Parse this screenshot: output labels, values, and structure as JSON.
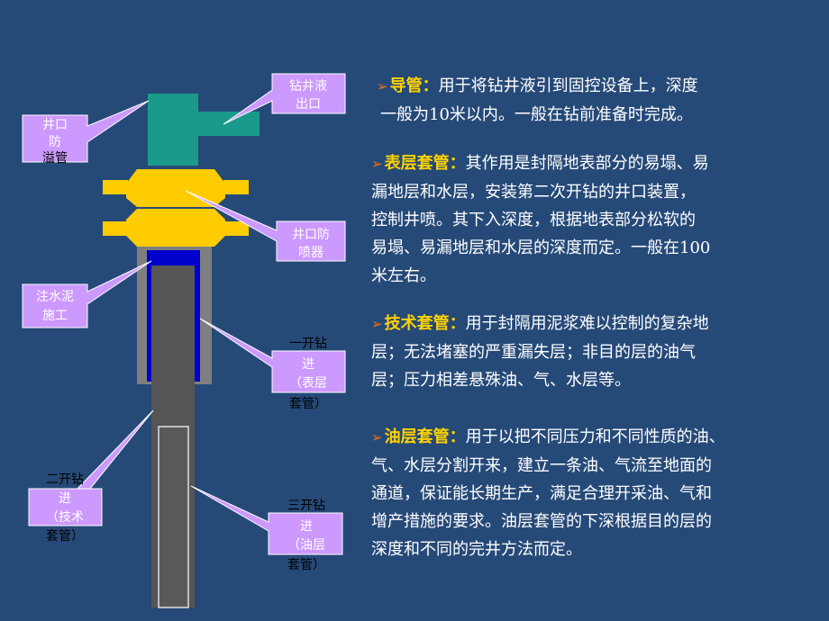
{
  "callouts": {
    "wellhead_overflow": [
      "井口",
      "防",
      "溢管"
    ],
    "fluid_outlet": [
      "钻井液",
      "出口"
    ],
    "bop": [
      "井口防",
      "喷器"
    ],
    "cementing": [
      "注水泥",
      "施工"
    ],
    "first_spud": [
      "一开钻",
      "进",
      "（表层",
      "套管）"
    ],
    "second_spud": [
      "二开钻",
      "进",
      "（技术",
      "套管）"
    ],
    "third_spud": [
      "三开钻",
      "进",
      "（油层",
      "套管）"
    ]
  },
  "paragraphs": [
    {
      "term": "导管：",
      "lines": [
        "用于将钻井液引到固控设备上，深度",
        "一般为10米以内。一般在钻前准备时完成。"
      ]
    },
    {
      "term": "表层套管：",
      "lines": [
        "其作用是封隔地表部分的易塌、易",
        "漏地层和水层，安装第二次开钻的井口装置，",
        "控制井喷。其下入深度，根据地表部分松软的",
        "易塌、易漏地层和水层的深度而定。一般在100",
        "米左右。"
      ]
    },
    {
      "term": "技术套管：",
      "lines": [
        "用于封隔用泥浆难以控制的复杂地",
        "层；无法堵塞的严重漏失层；非目的层的油气",
        "层；压力相差悬殊油、气、水层等。"
      ]
    },
    {
      "term": "油层套管：",
      "lines": [
        "用于以把不同压力和不同性质的油、",
        "气、水层分割开来，建立一条油、气流至地面的",
        "通道，保证能长期生产，满足合理开采油、气和",
        "增产措施的要求。油层套管的下深根据目的层的",
        "深度和不同的完井方法而定。"
      ]
    }
  ],
  "colors": {
    "background": "#264a78",
    "callout_fill": "#cc99ff",
    "conductor": "#1a9a8a",
    "bop": "#ffcc00",
    "casing_gray": "#7f7f7f",
    "casing_blue": "#0000cc",
    "inner_casing": "#555555",
    "term": "#ffd200",
    "bullet": "#e8701e"
  },
  "icons": {
    "bullet": "arrow-bullet-icon"
  }
}
